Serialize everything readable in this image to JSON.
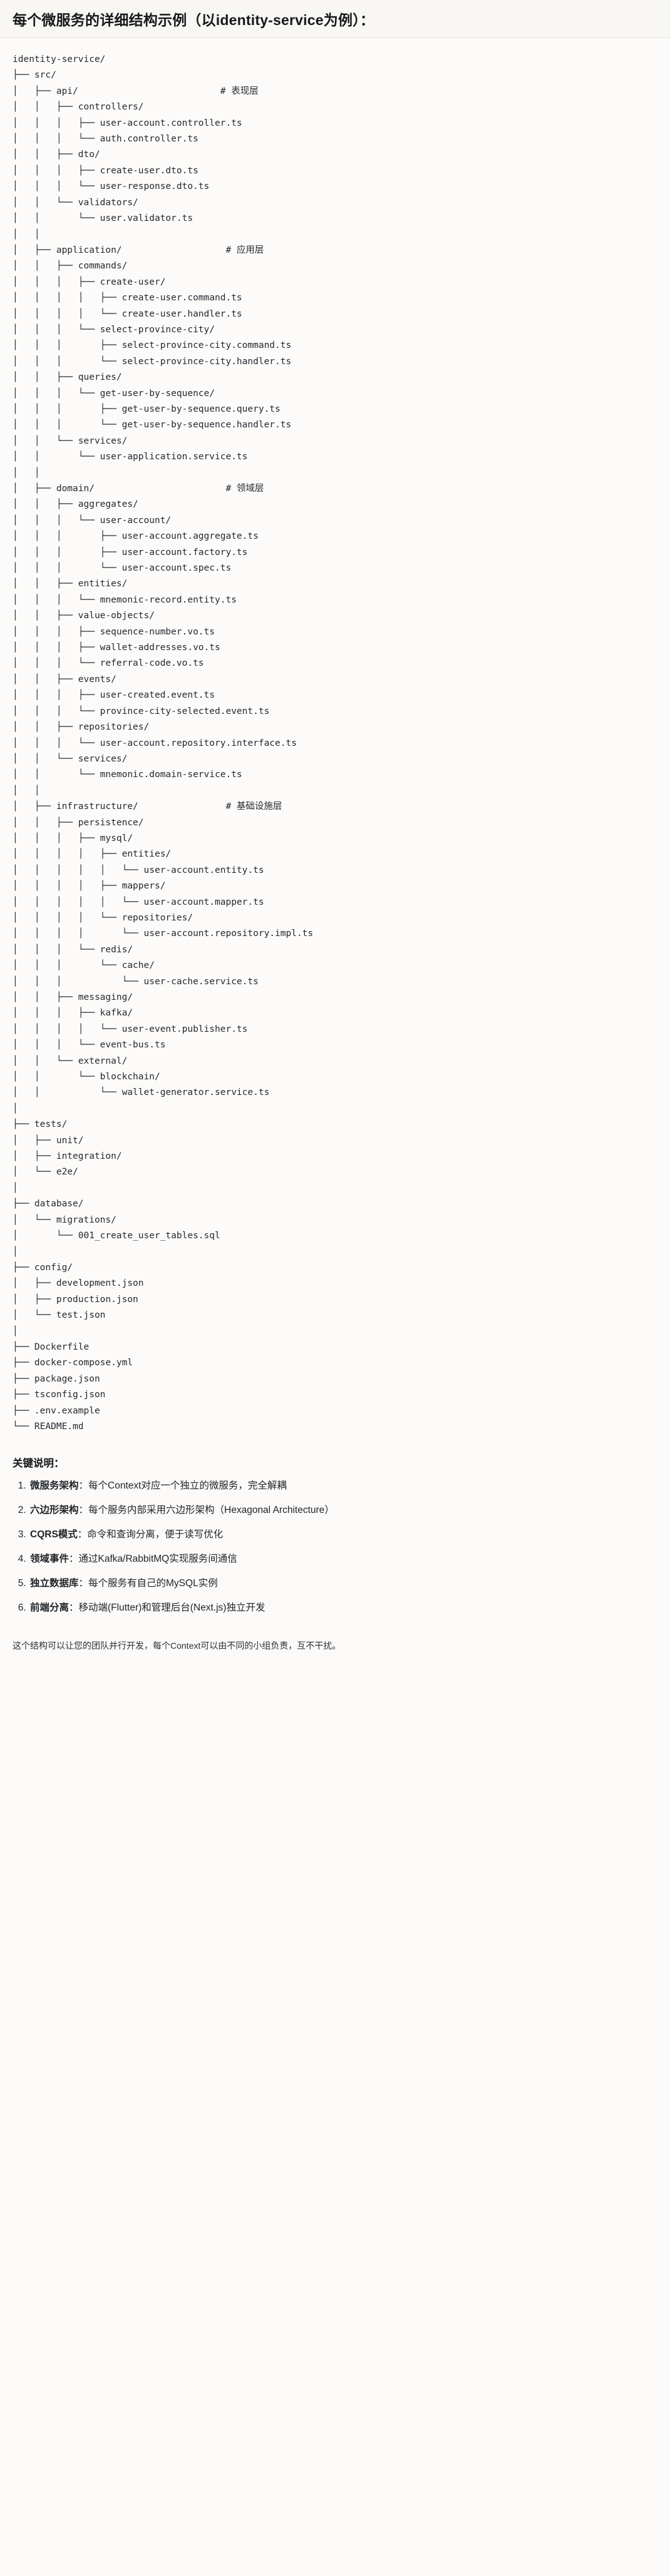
{
  "heading": "每个微服务的详细结构示例（以identity-service为例）：",
  "tree": {
    "lines": [
      "identity-service/",
      "├── src/",
      "│   ├── api/                          # 表现层",
      "│   │   ├── controllers/",
      "│   │   │   ├── user-account.controller.ts",
      "│   │   │   └── auth.controller.ts",
      "│   │   ├── dto/",
      "│   │   │   ├── create-user.dto.ts",
      "│   │   │   └── user-response.dto.ts",
      "│   │   └── validators/",
      "│   │       └── user.validator.ts",
      "│   │",
      "│   ├── application/                   # 应用层",
      "│   │   ├── commands/",
      "│   │   │   ├── create-user/",
      "│   │   │   │   ├── create-user.command.ts",
      "│   │   │   │   └── create-user.handler.ts",
      "│   │   │   └── select-province-city/",
      "│   │   │       ├── select-province-city.command.ts",
      "│   │   │       └── select-province-city.handler.ts",
      "│   │   ├── queries/",
      "│   │   │   └── get-user-by-sequence/",
      "│   │   │       ├── get-user-by-sequence.query.ts",
      "│   │   │       └── get-user-by-sequence.handler.ts",
      "│   │   └── services/",
      "│   │       └── user-application.service.ts",
      "│   │",
      "│   ├── domain/                        # 领域层",
      "│   │   ├── aggregates/",
      "│   │   │   └── user-account/",
      "│   │   │       ├── user-account.aggregate.ts",
      "│   │   │       ├── user-account.factory.ts",
      "│   │   │       └── user-account.spec.ts",
      "│   │   ├── entities/",
      "│   │   │   └── mnemonic-record.entity.ts",
      "│   │   ├── value-objects/",
      "│   │   │   ├── sequence-number.vo.ts",
      "│   │   │   ├── wallet-addresses.vo.ts",
      "│   │   │   └── referral-code.vo.ts",
      "│   │   ├── events/",
      "│   │   │   ├── user-created.event.ts",
      "│   │   │   └── province-city-selected.event.ts",
      "│   │   ├── repositories/",
      "│   │   │   └── user-account.repository.interface.ts",
      "│   │   └── services/",
      "│   │       └── mnemonic.domain-service.ts",
      "│   │",
      "│   ├── infrastructure/                # 基础设施层",
      "│   │   ├── persistence/",
      "│   │   │   ├── mysql/",
      "│   │   │   │   ├── entities/",
      "│   │   │   │   │   └── user-account.entity.ts",
      "│   │   │   │   ├── mappers/",
      "│   │   │   │   │   └── user-account.mapper.ts",
      "│   │   │   │   └── repositories/",
      "│   │   │   │       └── user-account.repository.impl.ts",
      "│   │   │   └── redis/",
      "│   │   │       └── cache/",
      "│   │   │           └── user-cache.service.ts",
      "│   │   ├── messaging/",
      "│   │   │   ├── kafka/",
      "│   │   │   │   └── user-event.publisher.ts",
      "│   │   │   └── event-bus.ts",
      "│   │   └── external/",
      "│   │       └── blockchain/",
      "│   │           └── wallet-generator.service.ts",
      "│",
      "├── tests/",
      "│   ├── unit/",
      "│   ├── integration/",
      "│   └── e2e/",
      "│",
      "├── database/",
      "│   └── migrations/",
      "│       └── 001_create_user_tables.sql",
      "│",
      "├── config/",
      "│   ├── development.json",
      "│   ├── production.json",
      "│   └── test.json",
      "│",
      "├── Dockerfile",
      "├── docker-compose.yml",
      "├── package.json",
      "├── tsconfig.json",
      "├── .env.example",
      "└── README.md"
    ]
  },
  "keys": {
    "title": "关键说明：",
    "items": [
      {
        "term": "微服务架构",
        "desc": "：每个Context对应一个独立的微服务，完全解耦"
      },
      {
        "term": "六边形架构",
        "desc": "：每个服务内部采用六边形架构（Hexagonal Architecture）"
      },
      {
        "term": "CQRS模式",
        "desc": "：命令和查询分离，便于读写优化"
      },
      {
        "term": "领域事件",
        "desc": "：通过Kafka/RabbitMQ实现服务间通信"
      },
      {
        "term": "独立数据库",
        "desc": "：每个服务有自己的MySQL实例"
      },
      {
        "term": "前端分离",
        "desc": "：移动端(Flutter)和管理后台(Next.js)独立开发"
      }
    ]
  },
  "closing": "这个结构可以让您的团队并行开发，每个Context可以由不同的小组负责，互不干扰。"
}
